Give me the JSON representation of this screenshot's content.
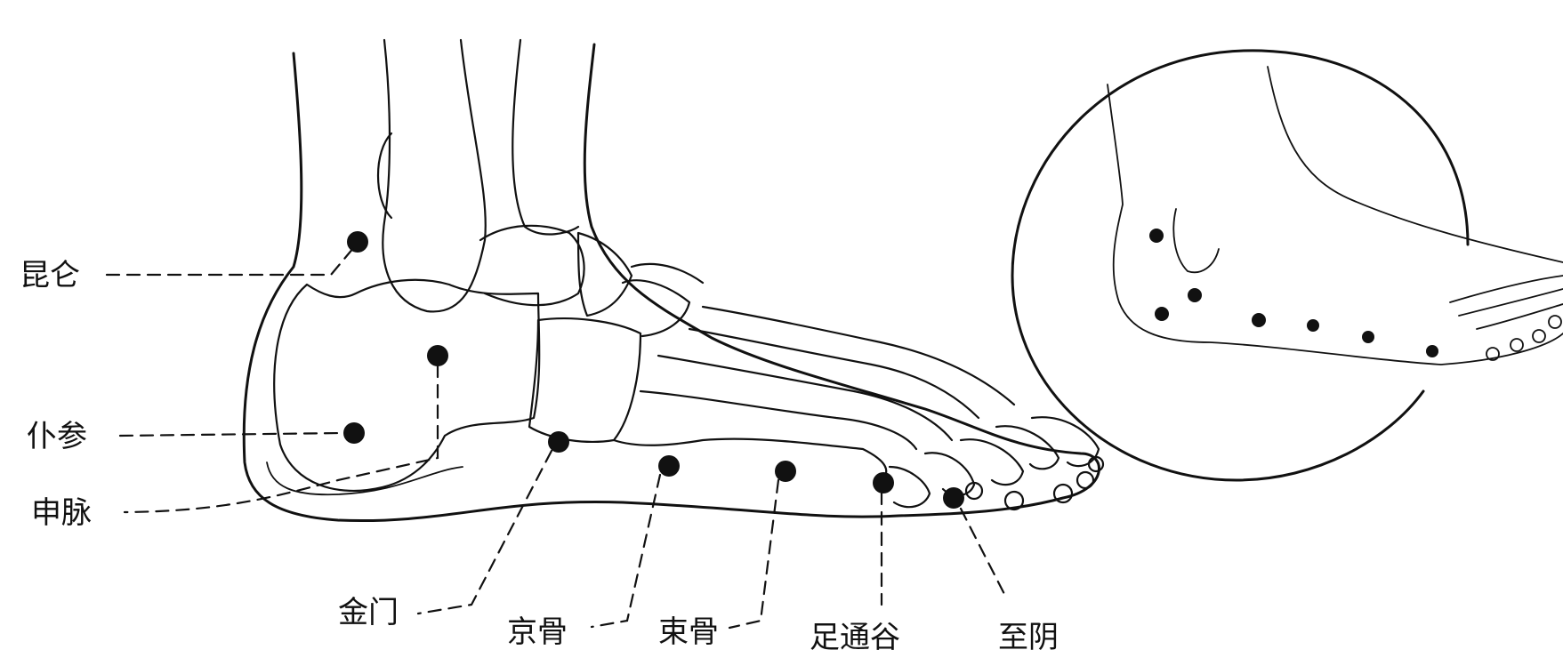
{
  "labels": {
    "kunlun": "昆仑",
    "pucan": "仆参",
    "shenmai": "申脉",
    "jinmen": "金门",
    "jinggu": "京骨",
    "shugu": "束骨",
    "zutonggu": "足通谷",
    "zhiyin": "至阴"
  }
}
